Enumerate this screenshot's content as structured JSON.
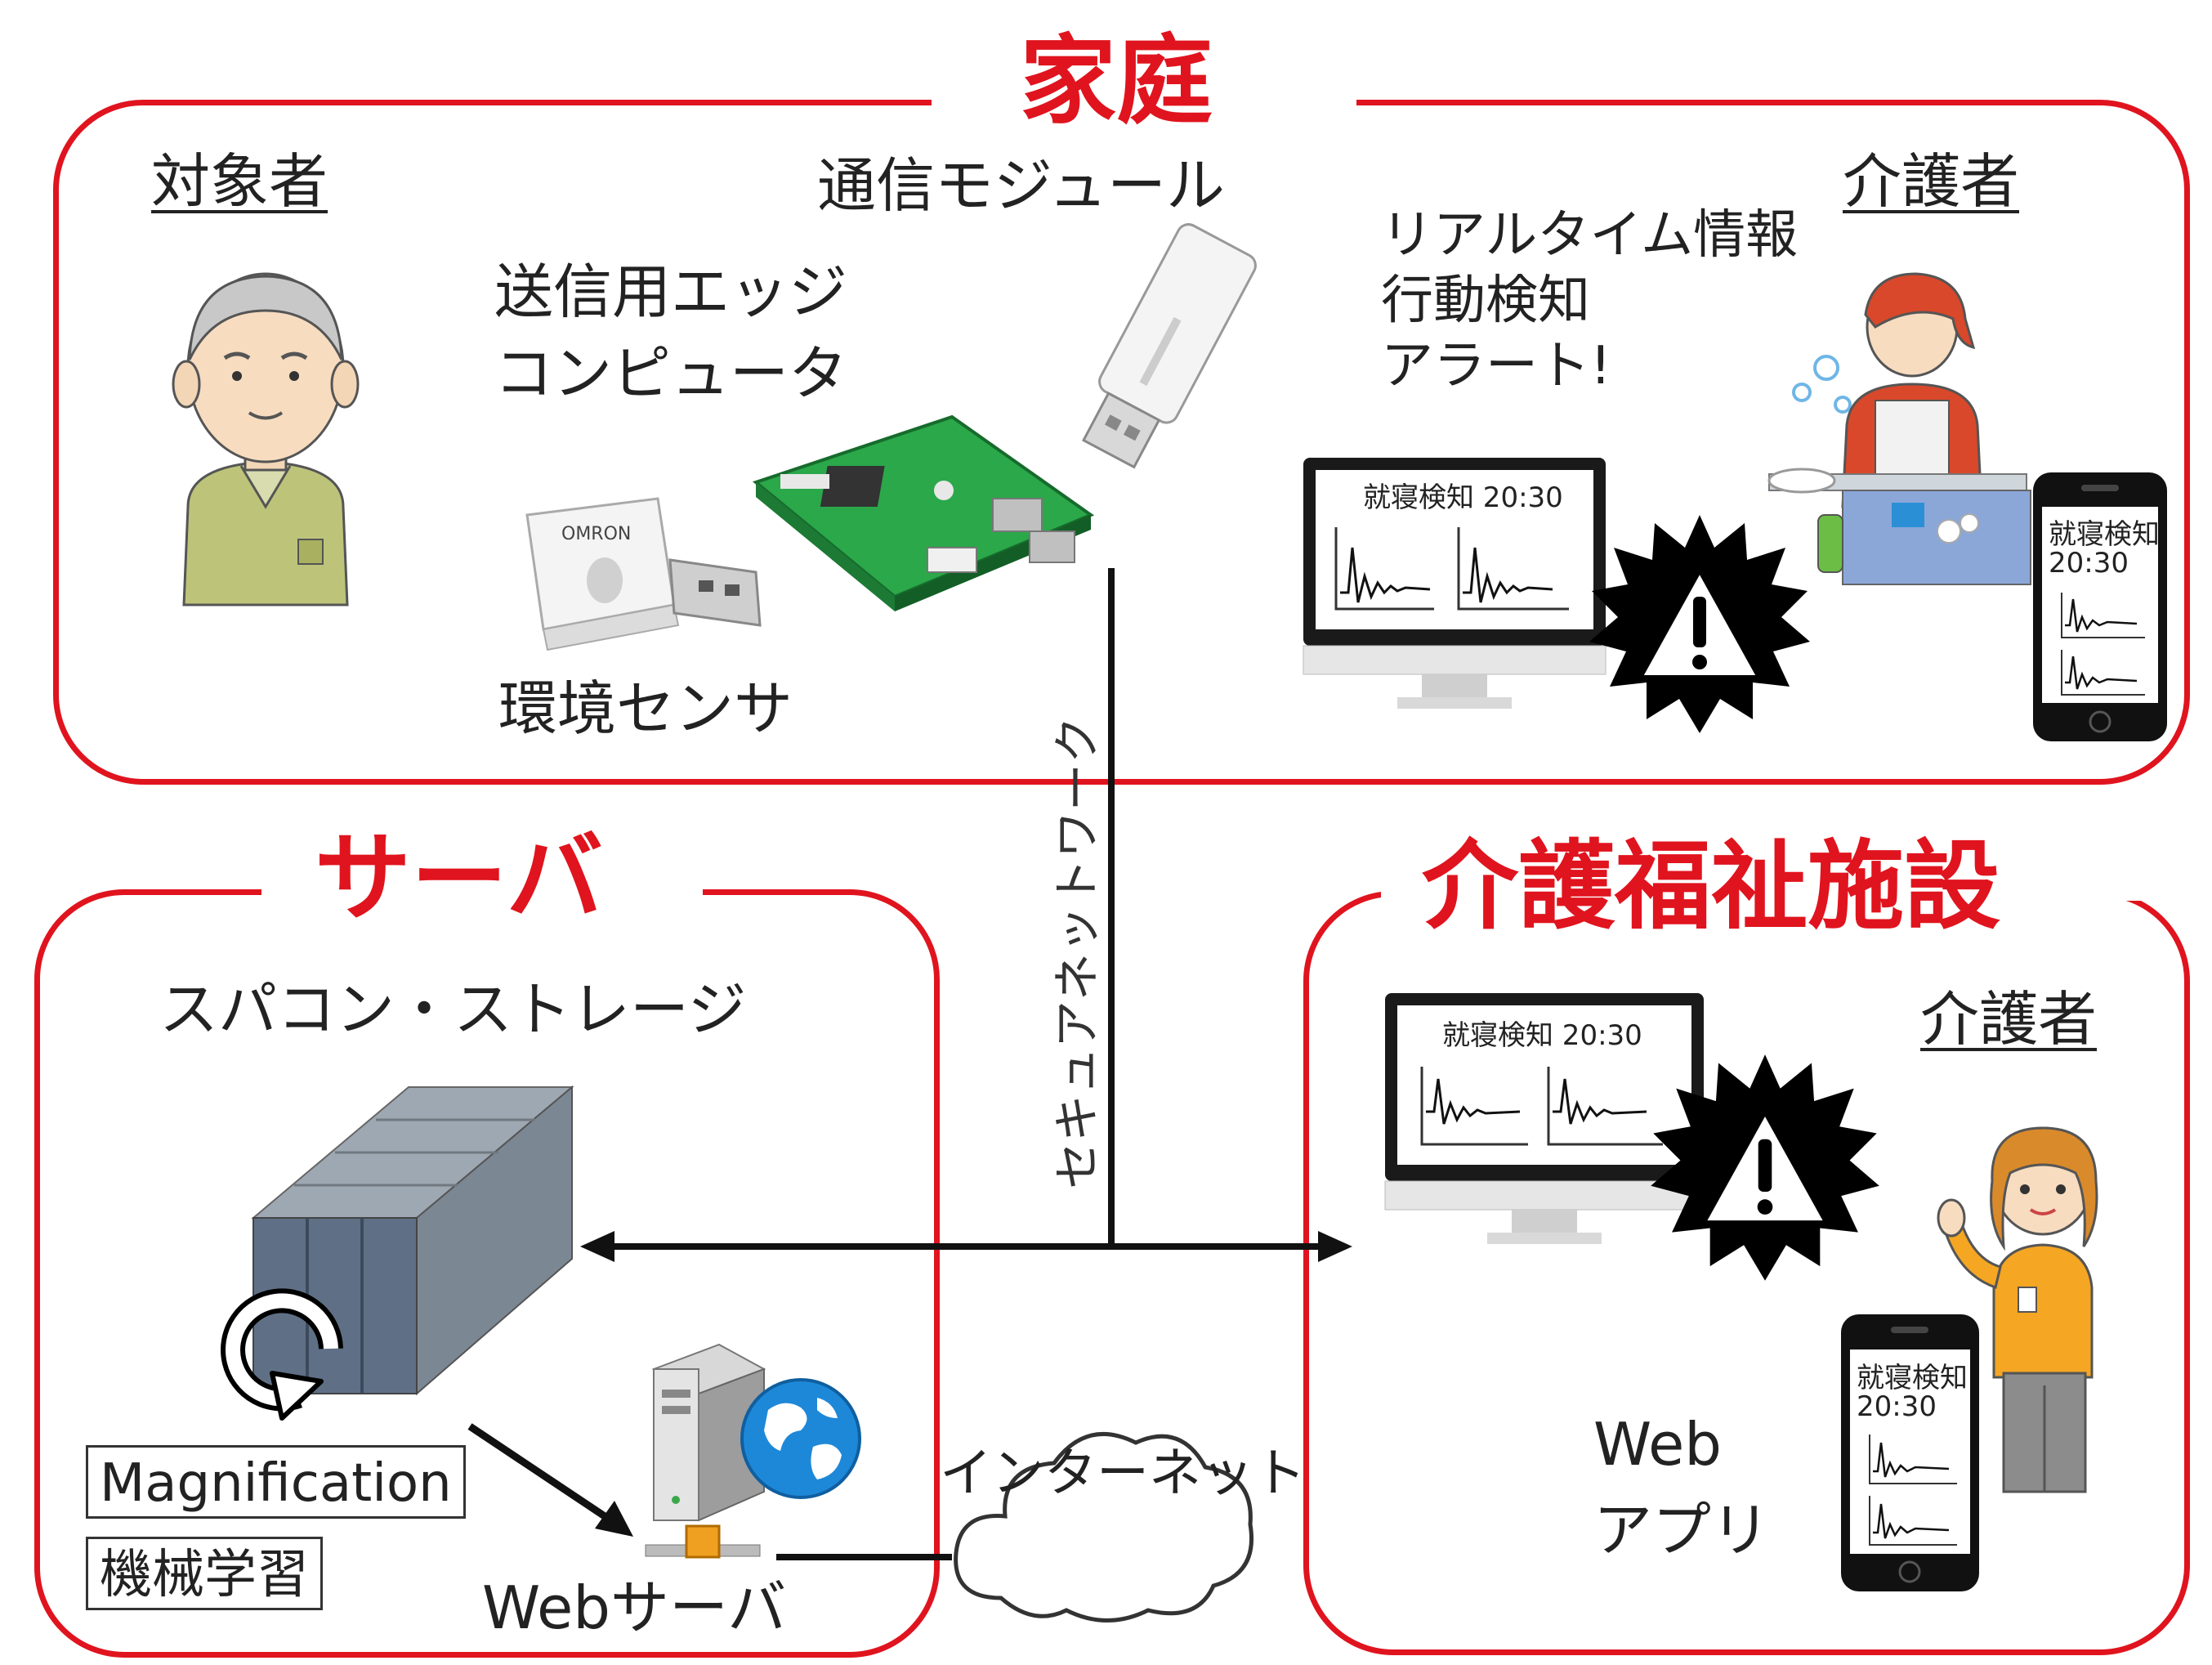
{
  "panels": {
    "home": {
      "title": "家庭",
      "subject_label": "対象者",
      "comm_module_label": "通信モジュール",
      "edge_label_line1": "送信用エッジ",
      "edge_label_line2": "コンピュータ",
      "sensor_label": "環境センサ",
      "sensor_brand": "OMRON",
      "caregiver_label": "介護者",
      "info_line1": "リアルタイム情報",
      "info_line2": "行動検知",
      "info_line3": "アラート!",
      "monitor_text": "就寝検知 20:30",
      "phone_text_line1": "就寝検知",
      "phone_text_line2": "20:30"
    },
    "server": {
      "title": "サーバ",
      "storage_label": "スパコン・ストレージ",
      "magnification_label": "Magnification",
      "ml_label": "機械学習",
      "web_server_label": "Webサーバ"
    },
    "facility": {
      "title": "介護福祉施設",
      "caregiver_label": "介護者",
      "monitor_text": "就寝検知 20:30",
      "phone_text_line1": "就寝検知",
      "phone_text_line2": "20:30",
      "web_app_line1": "Web",
      "web_app_line2": "アプリ"
    }
  },
  "network": {
    "secure_label": "セキュアネットワーク",
    "internet_label": "インターネット"
  },
  "colors": {
    "accent_red": "#e0141e",
    "line_black": "#111111",
    "pcb_green": "#2aa84a",
    "globe_blue": "#1e88d8"
  },
  "icons": [
    "elderly-man-icon",
    "usb-stick-icon",
    "edge-board-icon",
    "env-sensor-icon",
    "monitor-icon",
    "alert-icon",
    "smartphone-icon",
    "caregiver-icon",
    "supercomputer-icon",
    "cycle-arrow-icon",
    "server-icon",
    "globe-icon",
    "cloud-icon",
    "staff-woman-icon"
  ]
}
